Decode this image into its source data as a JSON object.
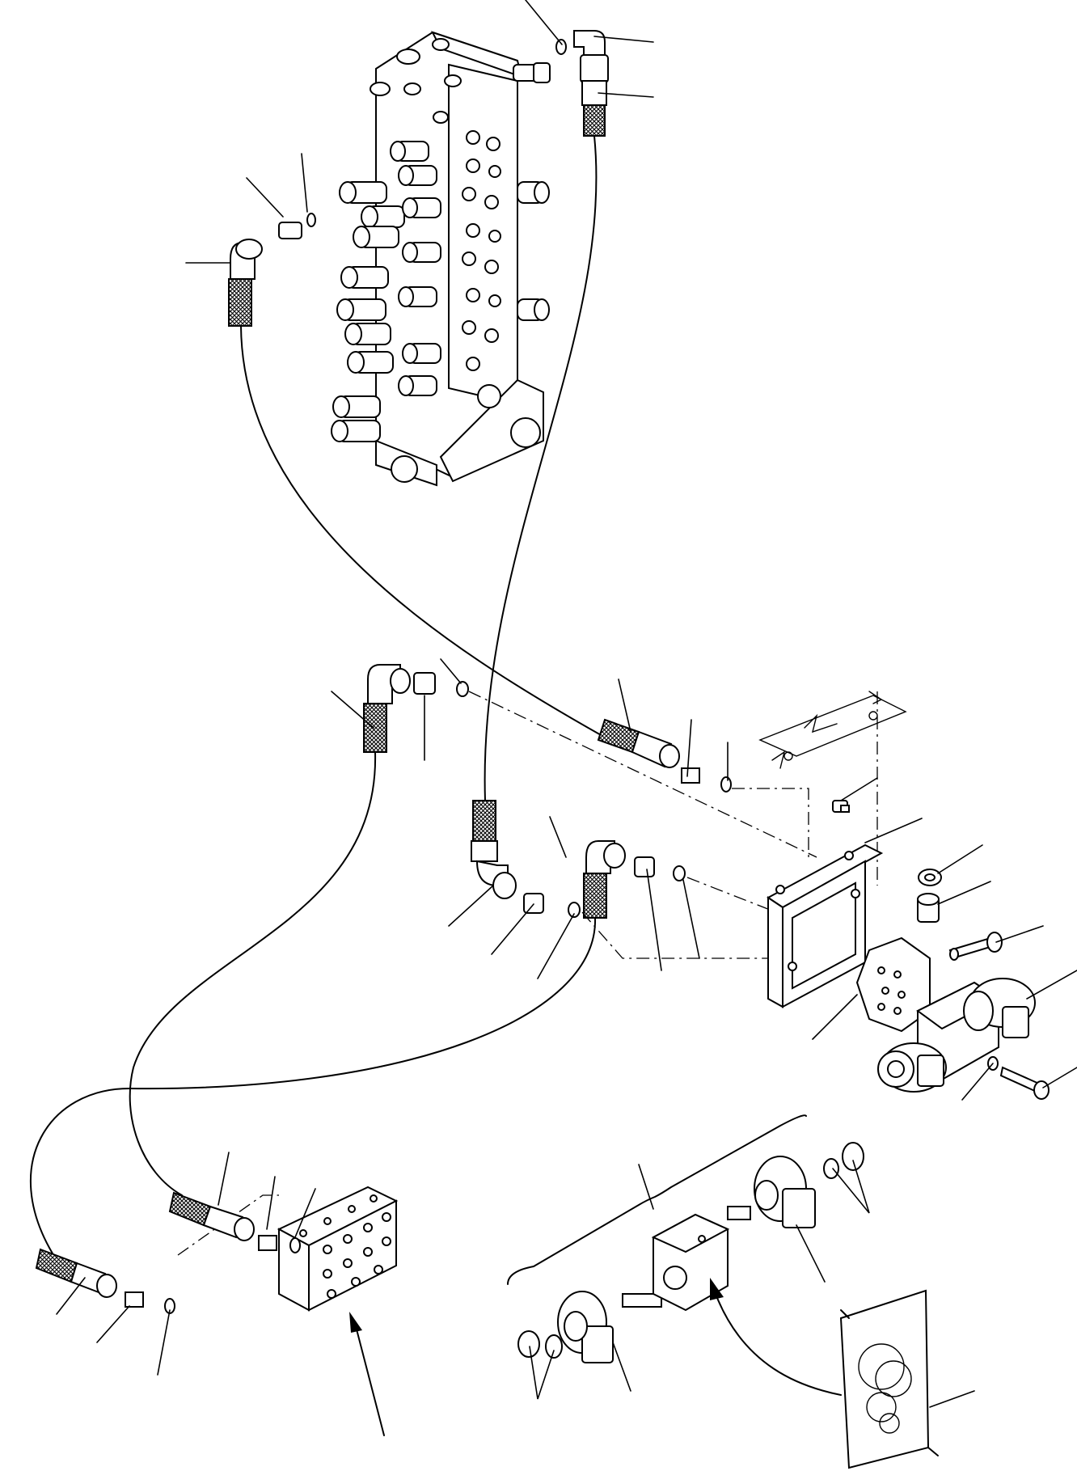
{
  "figure": {
    "label_text": [],
    "components": [
      "control-valve",
      "hose",
      "elbow-fitting",
      "adapter",
      "o-ring",
      "bracket",
      "plate",
      "solenoid-valve",
      "coil",
      "connector-block",
      "bolt",
      "washer",
      "nut",
      "seal-kit-bag"
    ]
  }
}
